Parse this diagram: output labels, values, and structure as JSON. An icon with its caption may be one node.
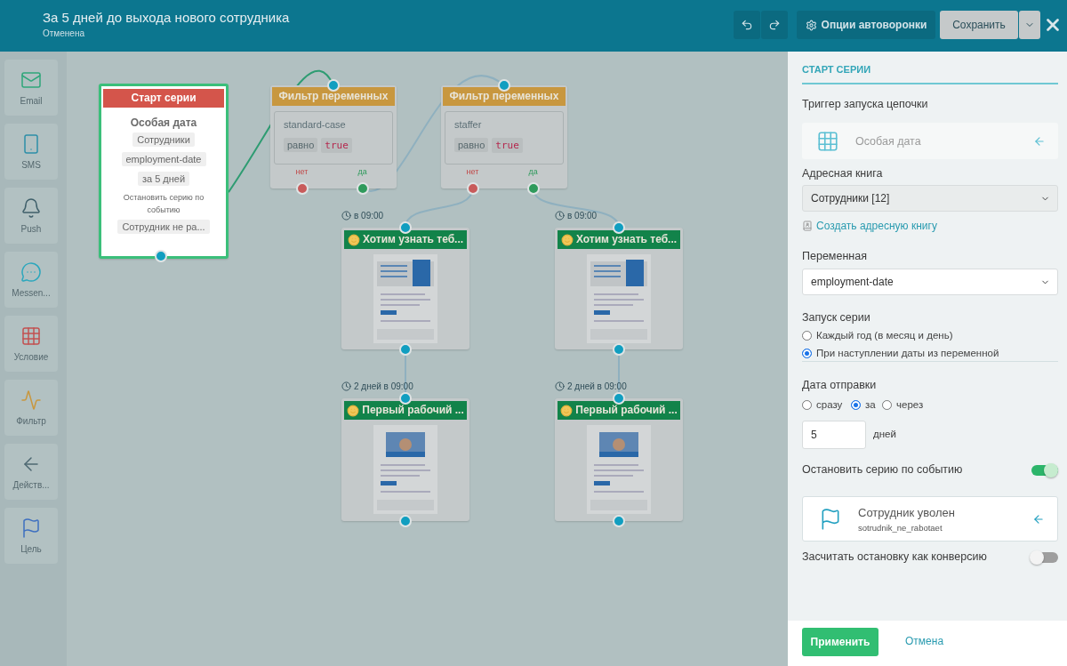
{
  "diagram": {
    "nodes": [
      {
        "text": [
          "Старт серии",
          "Особая дата",
          "Сотрудники",
          "employment-date",
          "за 5 дней",
          "Остановить серию по событию",
          "Сотрудник не ра..."
        ]
      },
      {
        "text": [
          "Фильтр переменных",
          "standard-case",
          "равно",
          "true",
          "нет",
          "да"
        ]
      },
      {
        "text": [
          "Фильтр переменных",
          "staffer",
          "равно",
          "true",
          "нет",
          "да"
        ]
      },
      {
        "text": [
          "Хотим узнать теб..."
        ],
        "beside": [
          "в 09:00"
        ]
      },
      {
        "text": [
          "Хотим узнать теб..."
        ],
        "beside": [
          "в 09:00"
        ]
      },
      {
        "text": [
          "Первый рабочий ..."
        ],
        "beside": [
          "2 дней в 09:00"
        ]
      },
      {
        "text": [
          "Первый рабочий ..."
        ],
        "beside": [
          "2 дней в 09:00"
        ]
      }
    ],
    "edges": [
      {
        "from": 0,
        "to": 1,
        "arrow": "none",
        "color": "#2e9c72"
      },
      {
        "from": 1,
        "to": 2,
        "arrow": "none"
      },
      {
        "from": 2,
        "to": 3,
        "arrow": "none"
      },
      {
        "from": 2,
        "to": 4,
        "arrow": "none"
      },
      {
        "from": 3,
        "to": 5,
        "arrow": "none"
      },
      {
        "from": 4,
        "to": 6,
        "arrow": "none"
      }
    ],
    "labels": [
      "За 5 дней до выхода нового сотрудника",
      "Отменена",
      "Опции автоворонки",
      "Сохранить",
      "Email",
      "SMS",
      "Push",
      "Messen...",
      "Условие",
      "Фильтр",
      "Действ...",
      "Цель",
      "СТАРТ СЕРИИ",
      "Триггер запуска цепочки",
      "Особая дата",
      "Адресная книга",
      "Сотрудники [12]",
      "Создать адресную книгу",
      "Переменная",
      "employment-date",
      "Запуск серии",
      "Каждый год (в месяц и день)",
      "При наступлении даты из переменной",
      "Дата отправки",
      "сразу",
      "за",
      "через",
      "5",
      "дней",
      "Остановить серию по событию",
      "Сотрудник уволен",
      "sotrudnik_ne_rabotaet",
      "Засчитать остановку как конверсию",
      "Применить",
      "Отмена"
    ]
  }
}
